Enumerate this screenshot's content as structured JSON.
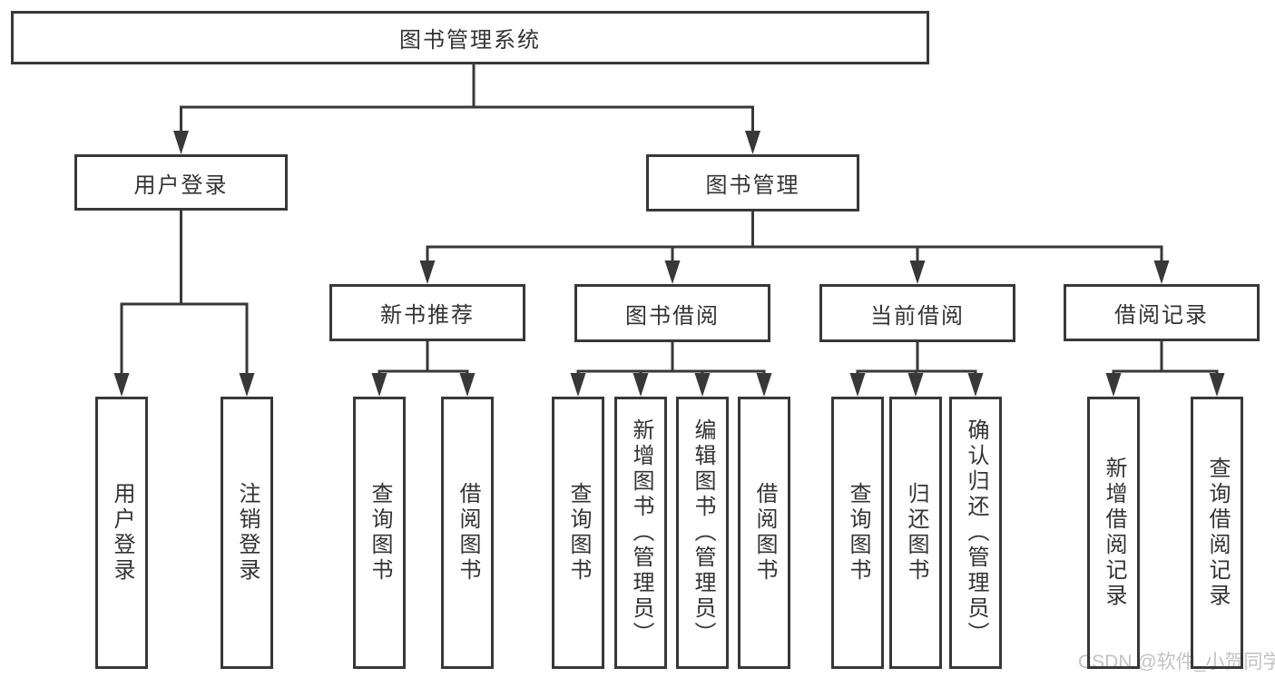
{
  "diagram": {
    "title": "图书管理系统",
    "nodes": [
      {
        "id": "root",
        "label": "图书管理系统"
      },
      {
        "id": "user-login",
        "label": "用户登录"
      },
      {
        "id": "book-mgmt",
        "label": "图书管理"
      },
      {
        "id": "new-book-rec",
        "label": "新书推荐"
      },
      {
        "id": "book-borrow",
        "label": "图书借阅"
      },
      {
        "id": "current-borrow",
        "label": "当前借阅"
      },
      {
        "id": "borrow-records",
        "label": "借阅记录"
      },
      {
        "id": "col-user-login",
        "label": "用户登录"
      },
      {
        "id": "col-logout",
        "label": "注销登录"
      },
      {
        "id": "col-query-book-1",
        "label": "查询图书"
      },
      {
        "id": "col-borrow-book-1",
        "label": "借阅图书"
      },
      {
        "id": "col-query-book-2",
        "label": "查询图书"
      },
      {
        "id": "col-add-book",
        "label": "新增图书（管理员）"
      },
      {
        "id": "col-edit-book",
        "label": "编辑图书（管理员）"
      },
      {
        "id": "col-borrow-book-2",
        "label": "借阅图书"
      },
      {
        "id": "col-query-book-3",
        "label": "查询图书"
      },
      {
        "id": "col-return-book",
        "label": "归还图书"
      },
      {
        "id": "col-confirm-return",
        "label": "确认归还（管理员）"
      },
      {
        "id": "col-add-borrow-record",
        "label": "新增借阅记录"
      },
      {
        "id": "col-query-borrow-record",
        "label": "查询借阅记录"
      }
    ],
    "edges": [
      {
        "from": "root",
        "to": [
          "user-login",
          "book-mgmt"
        ]
      },
      {
        "from": "user-login",
        "to": [
          "col-user-login",
          "col-logout"
        ]
      },
      {
        "from": "book-mgmt",
        "to": [
          "new-book-rec",
          "book-borrow",
          "current-borrow",
          "borrow-records"
        ]
      },
      {
        "from": "new-book-rec",
        "to": [
          "col-query-book-1",
          "col-borrow-book-1"
        ]
      },
      {
        "from": "book-borrow",
        "to": [
          "col-query-book-2",
          "col-add-book",
          "col-edit-book",
          "col-borrow-book-2"
        ]
      },
      {
        "from": "current-borrow",
        "to": [
          "col-query-book-3",
          "col-return-book",
          "col-confirm-return"
        ]
      },
      {
        "from": "borrow-records",
        "to": [
          "col-add-borrow-record",
          "col-query-borrow-record"
        ]
      }
    ]
  },
  "watermark": {
    "text": "CSDN @软件_小贺同学"
  },
  "colors": {
    "line": "#383838",
    "text": "#333333",
    "watermark": "#c2c2c2",
    "background": "#ffffff"
  }
}
